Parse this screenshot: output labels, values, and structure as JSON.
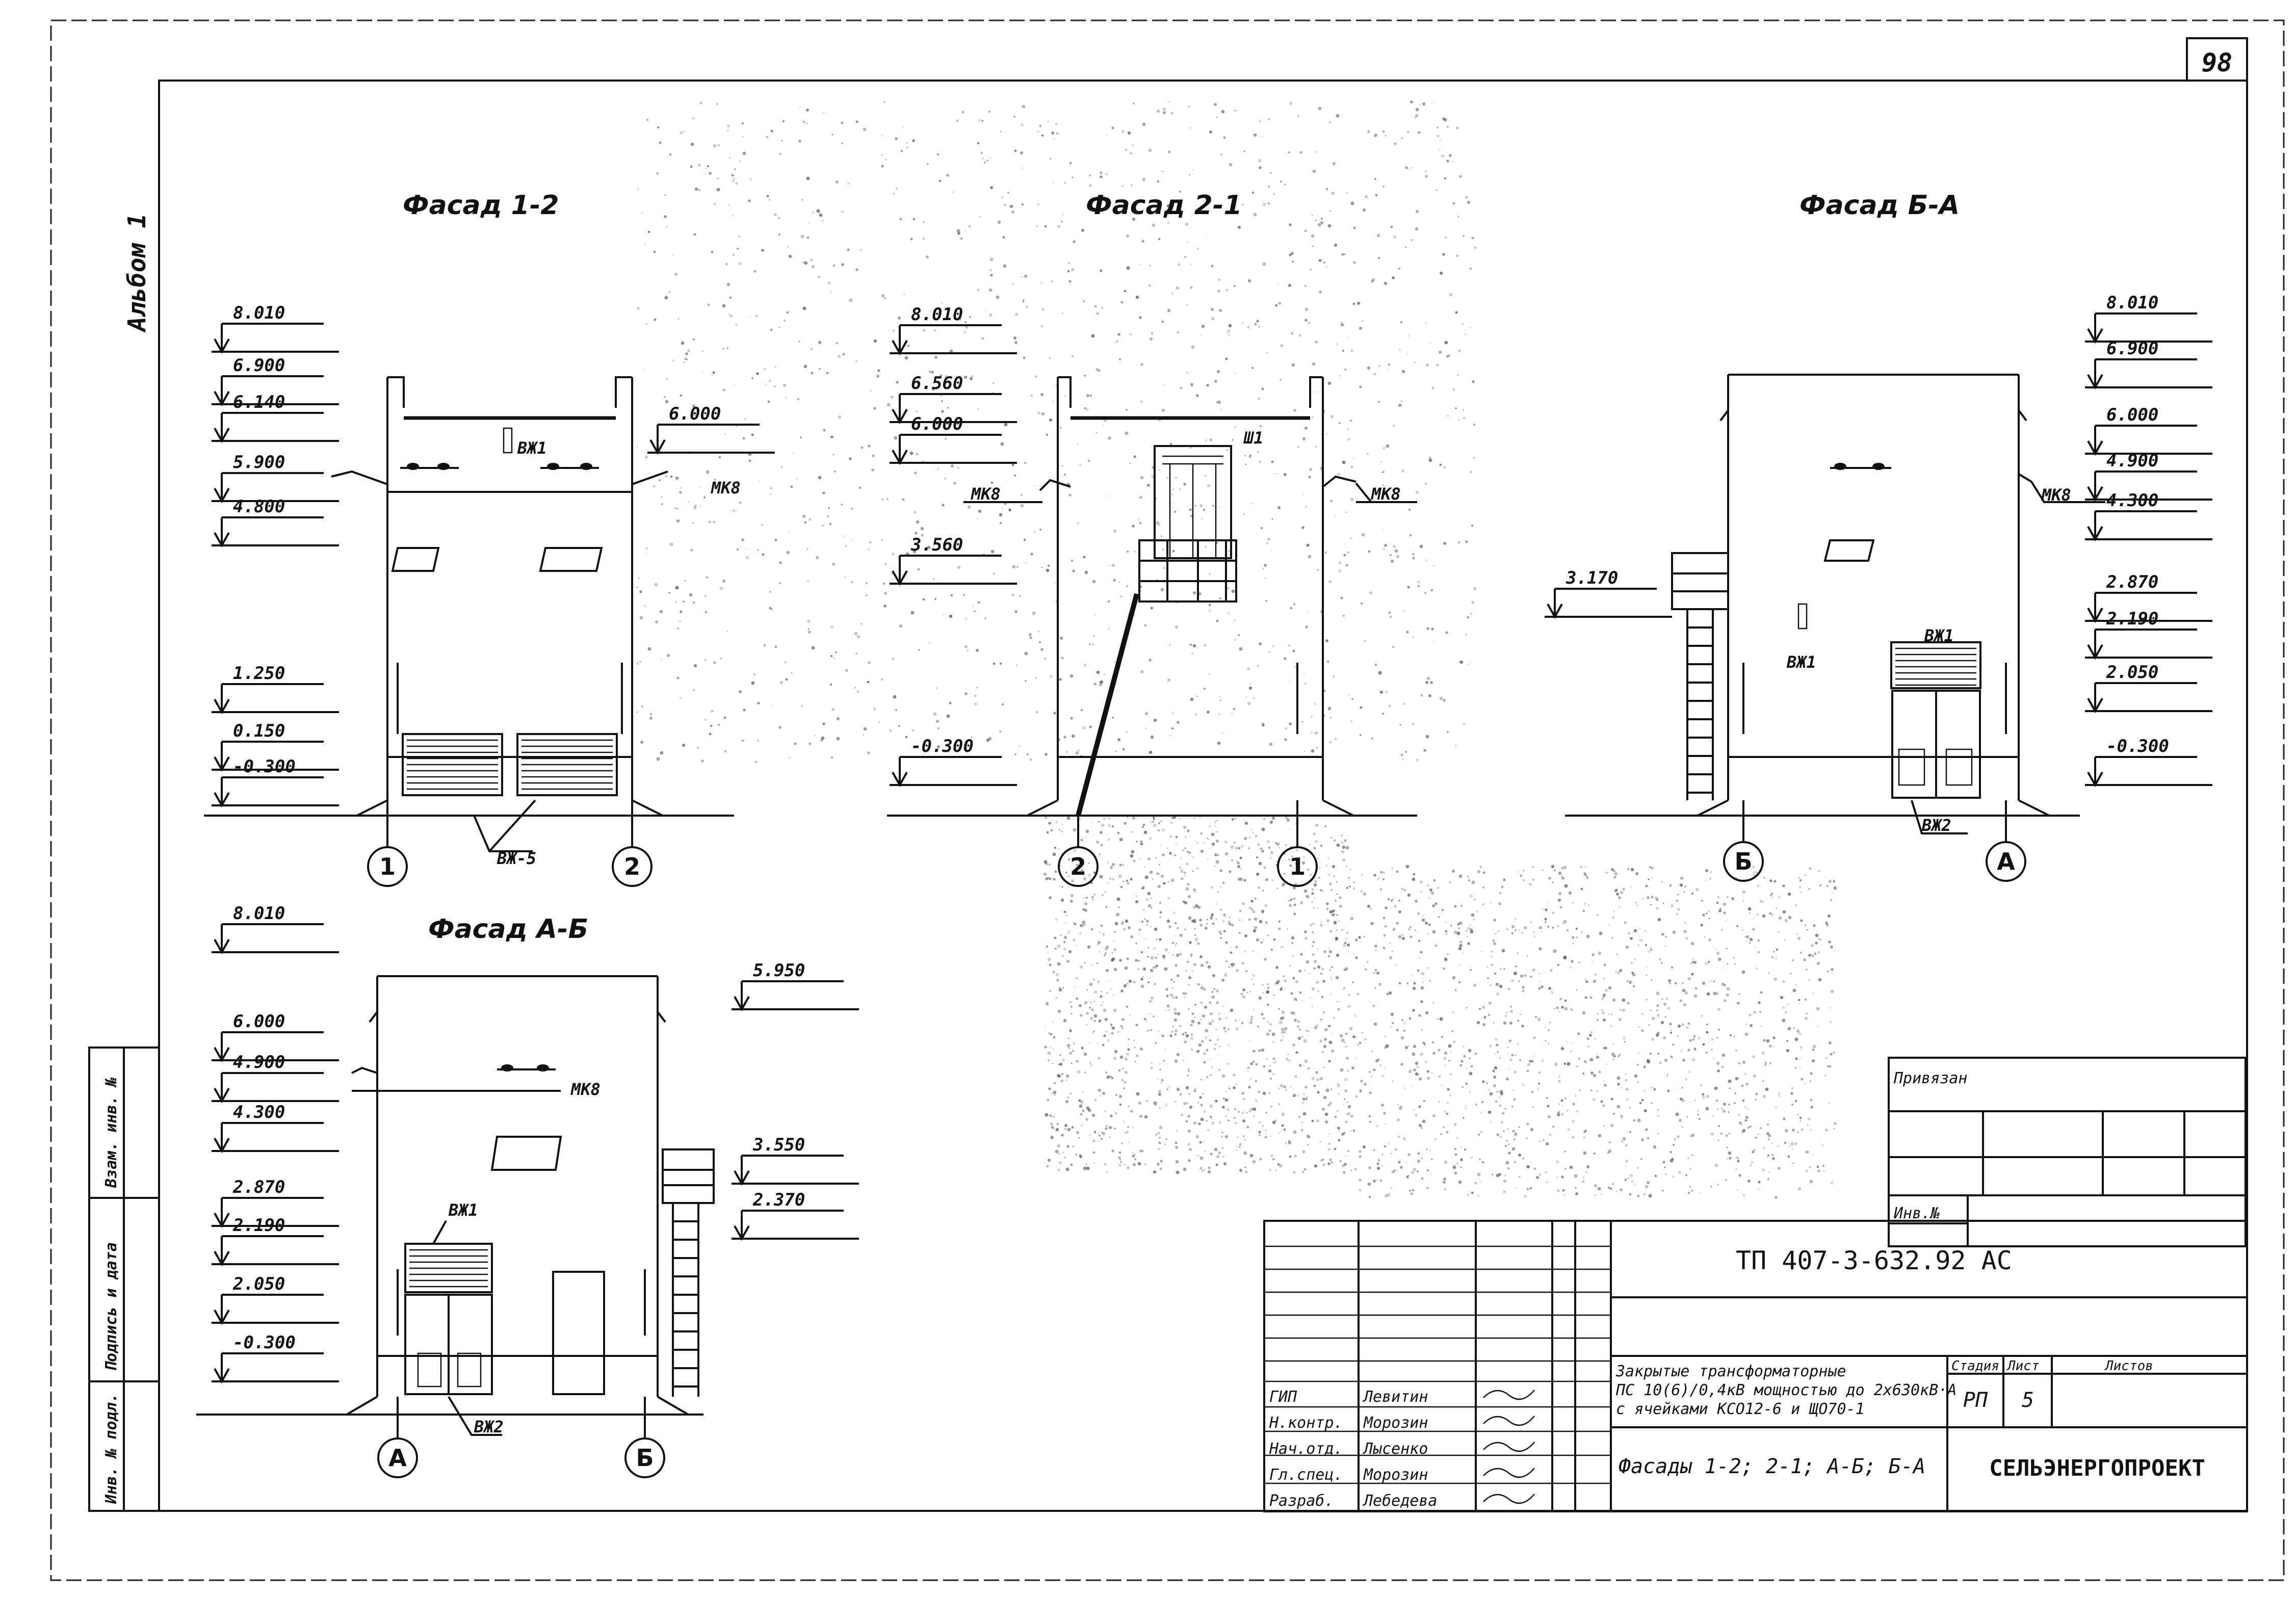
{
  "sheet_number": "98",
  "album_label": "Альбом 1",
  "side_stamp": [
    "Инв. № подл.",
    "Подпись и дата",
    "Взам. инв. №"
  ],
  "facades": [
    {
      "title": "Фасад 1-2",
      "levels_left": [
        "8.010",
        "6.900",
        "6.140",
        "5.900",
        "4.800",
        "1.250",
        "0.150",
        "-0.300"
      ],
      "levels_right": [
        "6.000"
      ],
      "labels": [
        "ВЖ1",
        "МК8",
        "ВЖ-5"
      ],
      "axes": [
        "1",
        "2"
      ]
    },
    {
      "title": "Фасад 2-1",
      "levels_left": [
        "8.010",
        "6.560",
        "6.000",
        "3.560",
        "-0.300"
      ],
      "levels_right": [],
      "labels": [
        "МК8",
        "МК8",
        "Ш1"
      ],
      "axes": [
        "2",
        "1"
      ]
    },
    {
      "title": "Фасад Б-А",
      "levels_left": [
        "3.170"
      ],
      "levels_right": [
        "8.010",
        "6.900",
        "6.000",
        "4.900",
        "4.300",
        "2.870",
        "2.190",
        "2.050",
        "-0.300"
      ],
      "labels": [
        "МК8",
        "ВЖ1",
        "ВЖ1",
        "ВЖ2"
      ],
      "axes": [
        "Б",
        "А"
      ]
    },
    {
      "title": "Фасад А-Б",
      "levels_left": [
        "8.010",
        "6.000",
        "4.900",
        "4.300",
        "2.870",
        "2.190",
        "2.050",
        "-0.300"
      ],
      "levels_right": [
        "5.950",
        "3.550",
        "2.370"
      ],
      "labels": [
        "МК8",
        "ВЖ1",
        "ВЖ2"
      ],
      "axes": [
        "А",
        "Б"
      ]
    }
  ],
  "binding_box": {
    "title": "Привязан",
    "inv_label": "Инв.№"
  },
  "title_block": {
    "code": "ТП 407-3-632.92 АС",
    "description": [
      "Закрытые трансформаторные",
      "ПС 10(6)/0,4кВ мощностью до 2х630кВ·А",
      "с ячейками КСО12-6 и ЩО70-1"
    ],
    "sheet_title": "Фасады 1-2; 2-1; А-Б; Б-А",
    "stage_header": "Стадия",
    "sheet_header": "Лист",
    "sheets_header": "Листов",
    "stage": "РП",
    "sheet": "5",
    "organization": "СЕЛЬЭНЕРГОПРОЕКТ",
    "signatures": [
      {
        "role": "ГИП",
        "name": "Левитин"
      },
      {
        "role": "Н.контр.",
        "name": "Морозин"
      },
      {
        "role": "Нач.отд.",
        "name": "Лысенко"
      },
      {
        "role": "Гл.спец.",
        "name": "Морозин"
      },
      {
        "role": "Разраб.",
        "name": "Лебедева"
      }
    ]
  }
}
